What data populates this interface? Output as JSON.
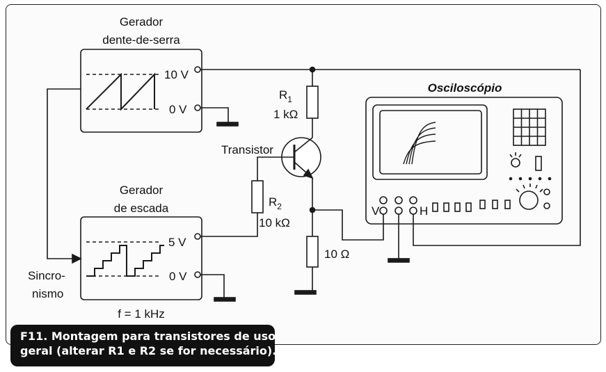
{
  "sawtooth_generator": {
    "title_line1": "Gerador",
    "title_line2": "dente-de-serra",
    "high_level": "10 V",
    "low_level": "0 V"
  },
  "staircase_generator": {
    "title_line1": "Gerador",
    "title_line2": "de escada",
    "high_level": "5 V",
    "low_level": "0 V",
    "frequency": "f = 1 kHz"
  },
  "sync_label_line1": "Sincro-",
  "sync_label_line2": "nismo",
  "r1": {
    "name": "R",
    "sub": "1",
    "value": "1 kΩ"
  },
  "r2": {
    "name": "R",
    "sub": "2",
    "value": "10 kΩ"
  },
  "r_emitter": {
    "value": "10 Ω"
  },
  "transistor_label": "Transistor",
  "oscilloscope": {
    "title": "Osciloscópio",
    "v_input": "V",
    "h_input": "H"
  },
  "caption": {
    "line1": "F11. Montagem para transistores de uso",
    "line2": "geral (alterar R1 e R2 se for necessário)."
  }
}
